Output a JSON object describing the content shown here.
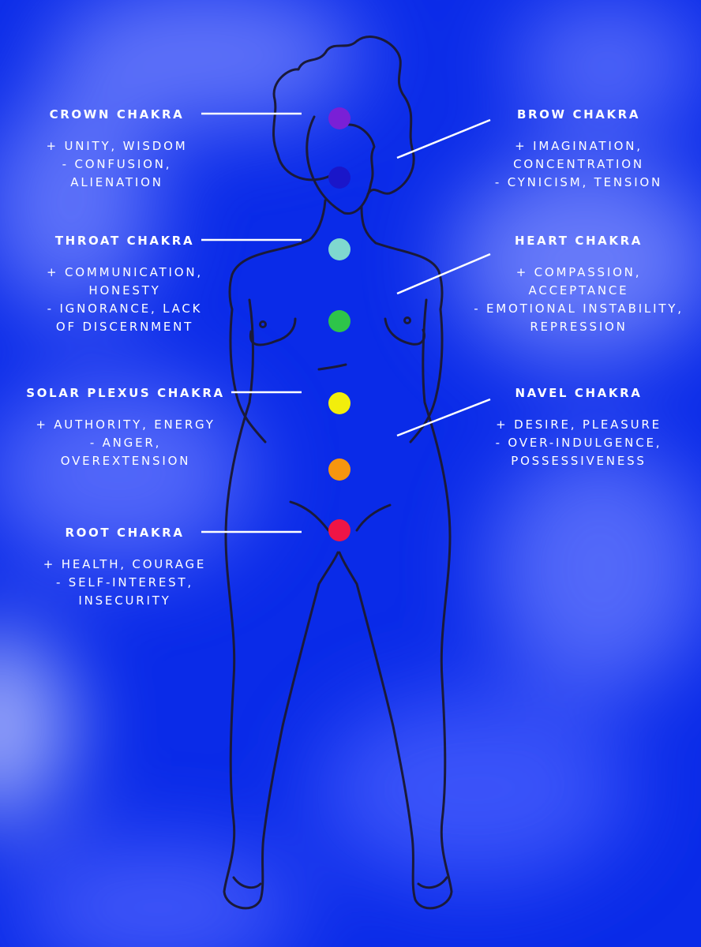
{
  "colors": {
    "background": "#0a2be8",
    "outline": "#1a1a3a",
    "leader": "#ffffff",
    "text": "#ffffff"
  },
  "chakras": [
    {
      "id": "crown",
      "title": "CROWN CHAKRA",
      "lines": [
        "+ UNITY, WISDOM",
        "- CONFUSION,",
        "ALIENATION"
      ],
      "color": "#7a1fd6"
    },
    {
      "id": "brow",
      "title": "BROW CHAKRA",
      "lines": [
        "+ IMAGINATION,",
        "CONCENTRATION",
        "- CYNICISM, TENSION"
      ],
      "color": "#1a16c9"
    },
    {
      "id": "throat",
      "title": "THROAT CHAKRA",
      "lines": [
        "+ COMMUNICATION,",
        "HONESTY",
        "- IGNORANCE, LACK",
        "OF DISCERNMENT"
      ],
      "color": "#7fd8cf"
    },
    {
      "id": "heart",
      "title": "HEART CHAKRA",
      "lines": [
        "+ COMPASSION,",
        "ACCEPTANCE",
        "- EMOTIONAL INSTABILITY,",
        "REPRESSION"
      ],
      "color": "#2ec44a"
    },
    {
      "id": "solar-plexus",
      "title": "SOLAR PLEXUS CHAKRA",
      "lines": [
        "+ AUTHORITY, ENERGY",
        "- ANGER,",
        "OVEREXTENSION"
      ],
      "color": "#f2ee0c"
    },
    {
      "id": "navel",
      "title": "NAVEL CHAKRA",
      "lines": [
        "+ DESIRE, PLEASURE",
        "- OVER-INDULGENCE,",
        "POSSESSIVENESS"
      ],
      "color": "#f6960f"
    },
    {
      "id": "root",
      "title": "ROOT CHAKRA",
      "lines": [
        "+ HEALTH, COURAGE",
        "- SELF-INTEREST,",
        "INSECURITY"
      ],
      "color": "#ef1546"
    }
  ]
}
